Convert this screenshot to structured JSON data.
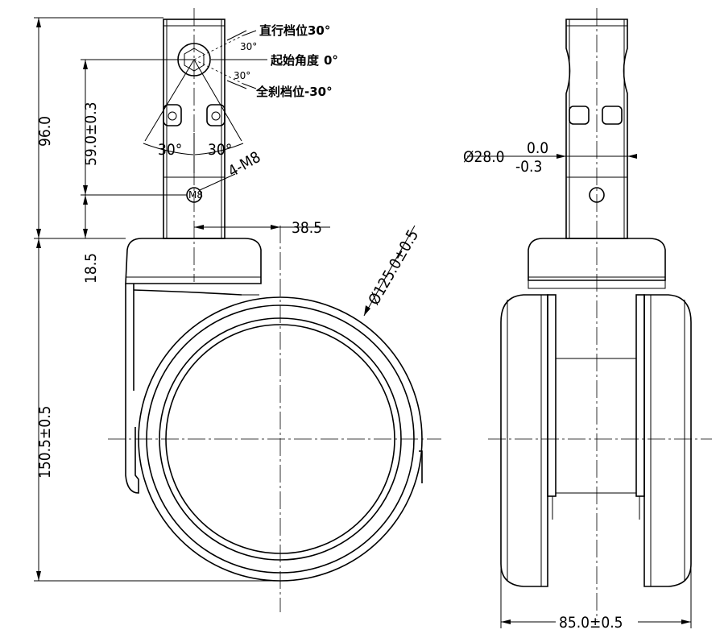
{
  "dimensions": {
    "height_total": "96.0",
    "stem_height": "59.0±0.3",
    "stem_lower": "18.5",
    "wheel_height": "150.5±0.5",
    "offset": "38.5",
    "wheel_diameter": "Ø125.0±0.5",
    "bolt": "4-M8",
    "angle_left": "30°",
    "angle_right": "30°",
    "angle_small_top": "30°",
    "angle_small_bottom": "30°",
    "stem_diameter": "Ø28.0",
    "tol_upper": "0.0",
    "tol_lower": "-0.3",
    "width": "85.0±0.5",
    "bolt_mark": "M8"
  },
  "annotations": {
    "straight_position": "直行档位30°",
    "start_angle": "起始角度",
    "start_angle_value": "0°",
    "brake_position": "全刹档位-30°"
  }
}
